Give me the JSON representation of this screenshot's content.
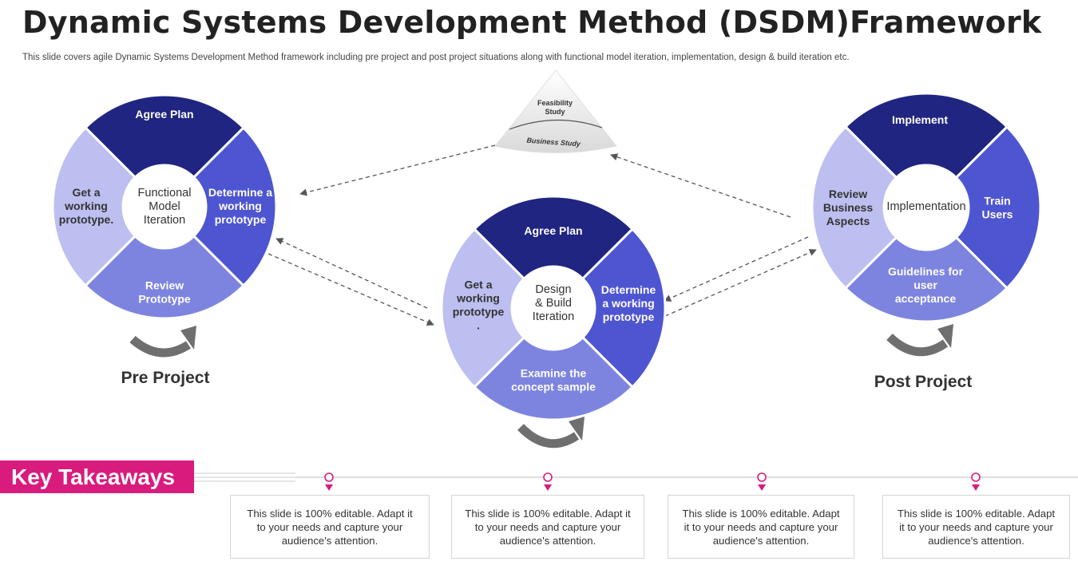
{
  "title": "Dynamic Systems Development Method (DSDM)Framework",
  "subtitle": "This slide covers agile Dynamic Systems Development Method framework including pre project and post project situations along with functional model iteration, implementation, design & build iteration etc.",
  "colors": {
    "navy": "#1f2580",
    "royal": "#4e55d1",
    "periwinkle": "#7d84e0",
    "lavender": "#bdbff0",
    "magenta": "#d91b7e",
    "arrow_gray": "#6f6f6f"
  },
  "fan": {
    "top_label": "Feasibility Study",
    "bottom_label": "Business Study"
  },
  "cycles": {
    "pre": {
      "center": [
        "Functional",
        "Model",
        "Iteration"
      ],
      "top": [
        "Agree Plan"
      ],
      "right": [
        "Determine a",
        "working",
        "prototype"
      ],
      "bottom": [
        "Review",
        "Prototype"
      ],
      "left": [
        "Get a",
        "working",
        "prototype."
      ],
      "label": "Pre Project"
    },
    "mid": {
      "center": [
        "Design",
        "& Build",
        "Iteration"
      ],
      "top": [
        "Agree Plan"
      ],
      "right": [
        "Determine",
        "a working",
        "prototype"
      ],
      "bottom": [
        "Examine the",
        "concept sample"
      ],
      "left": [
        "Get a",
        "working",
        "prototype",
        "."
      ]
    },
    "post": {
      "center": [
        "Implementation"
      ],
      "top": [
        "Implement"
      ],
      "right": [
        "Train",
        "Users"
      ],
      "bottom": [
        "Guidelines for",
        "user",
        "acceptance"
      ],
      "left": [
        "Review",
        "Business",
        "Aspects"
      ],
      "label": "Post Project"
    }
  },
  "key_takeaways": {
    "label": "Key Takeaways",
    "boxes": [
      "This slide is 100% editable. Adapt it to your needs and capture your audience's attention.",
      "This slide is 100% editable. Adapt it to your needs and capture your audience's attention.",
      "This slide is 100% editable. Adapt it to your needs and capture your audience's attention.",
      "This slide is 100% editable. Adapt it to your needs and capture your audience's attention."
    ]
  }
}
